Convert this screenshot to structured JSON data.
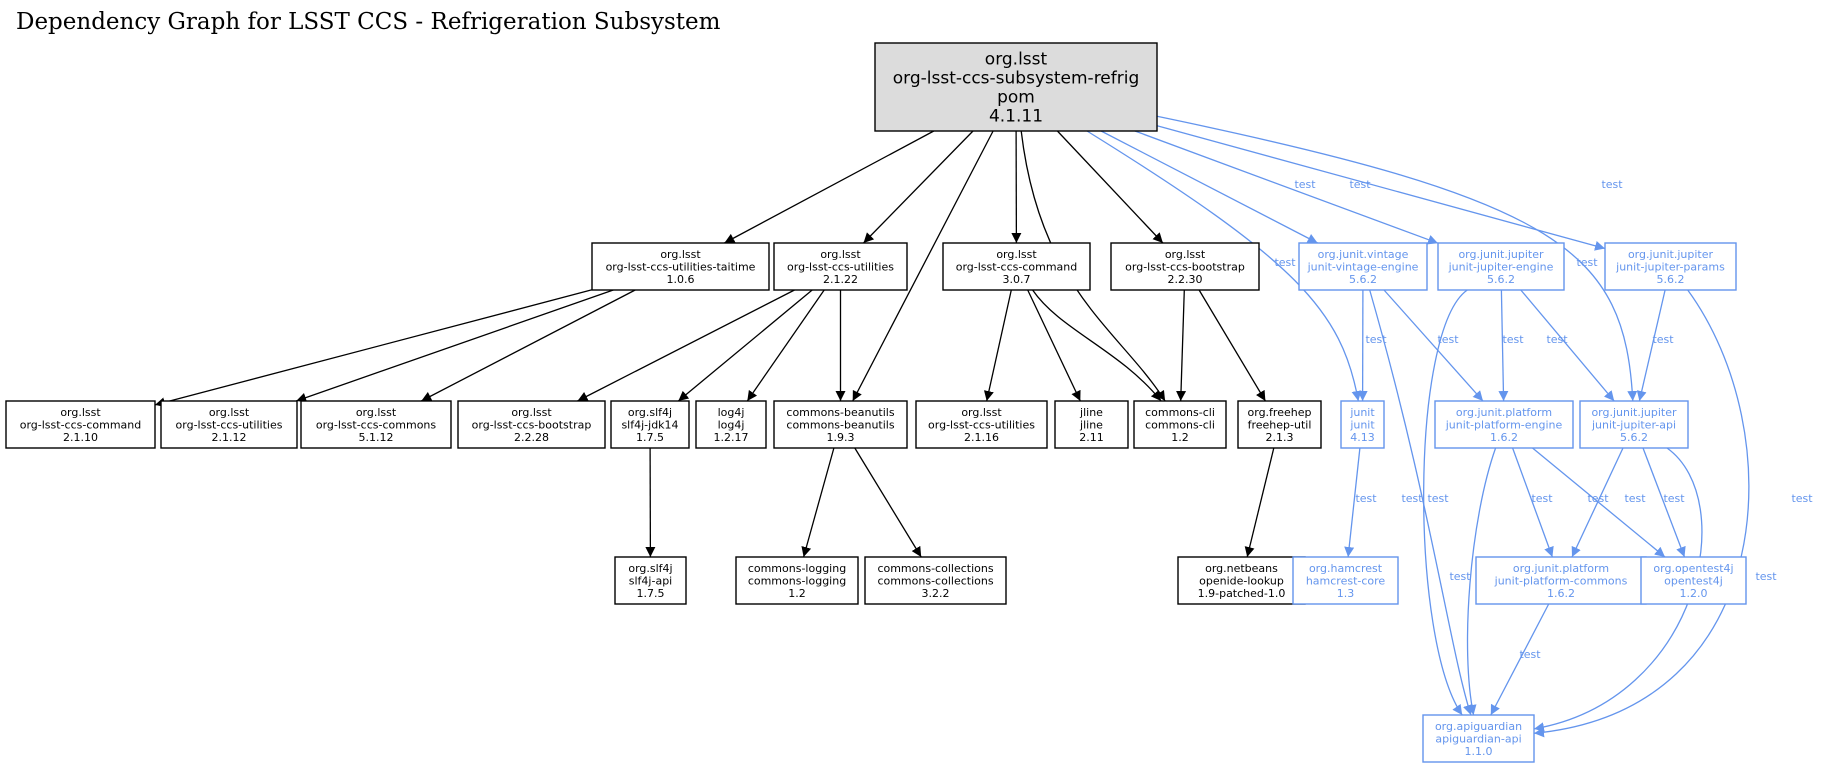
{
  "title": "Dependency Graph for LSST CCS - Refrigeration Subsystem",
  "colors": {
    "compile": "#000000",
    "test": "#6495ed",
    "root_fill": "#dcdcdc"
  },
  "nodes": [
    {
      "id": "root",
      "lines": [
        "org.lsst",
        "org-lsst-ccs-subsystem-refrig",
        "pom",
        "4.1.11"
      ],
      "scope": "root"
    },
    {
      "id": "taitime",
      "lines": [
        "org.lsst",
        "org-lsst-ccs-utilities-taitime",
        "1.0.6"
      ],
      "scope": "compile"
    },
    {
      "id": "util2122",
      "lines": [
        "org.lsst",
        "org-lsst-ccs-utilities",
        "2.1.22"
      ],
      "scope": "compile"
    },
    {
      "id": "cmd307",
      "lines": [
        "org.lsst",
        "org-lsst-ccs-command",
        "3.0.7"
      ],
      "scope": "compile"
    },
    {
      "id": "boot2230",
      "lines": [
        "org.lsst",
        "org-lsst-ccs-bootstrap",
        "2.2.30"
      ],
      "scope": "compile"
    },
    {
      "id": "vintage",
      "lines": [
        "org.junit.vintage",
        "junit-vintage-engine",
        "5.6.2"
      ],
      "scope": "test"
    },
    {
      "id": "jupengine",
      "lines": [
        "org.junit.jupiter",
        "junit-jupiter-engine",
        "5.6.2"
      ],
      "scope": "test"
    },
    {
      "id": "jupparams",
      "lines": [
        "org.junit.jupiter",
        "junit-jupiter-params",
        "5.6.2"
      ],
      "scope": "test"
    },
    {
      "id": "cmd2110",
      "lines": [
        "org.lsst",
        "org-lsst-ccs-command",
        "2.1.10"
      ],
      "scope": "compile"
    },
    {
      "id": "util2112",
      "lines": [
        "org.lsst",
        "org-lsst-ccs-utilities",
        "2.1.12"
      ],
      "scope": "compile"
    },
    {
      "id": "commons5112",
      "lines": [
        "org.lsst",
        "org-lsst-ccs-commons",
        "5.1.12"
      ],
      "scope": "compile"
    },
    {
      "id": "boot2228",
      "lines": [
        "org.lsst",
        "org-lsst-ccs-bootstrap",
        "2.2.28"
      ],
      "scope": "compile"
    },
    {
      "id": "slf4jjdk",
      "lines": [
        "org.slf4j",
        "slf4j-jdk14",
        "1.7.5"
      ],
      "scope": "compile"
    },
    {
      "id": "log4j",
      "lines": [
        "log4j",
        "log4j",
        "1.2.17"
      ],
      "scope": "compile"
    },
    {
      "id": "beanutils",
      "lines": [
        "commons-beanutils",
        "commons-beanutils",
        "1.9.3"
      ],
      "scope": "compile"
    },
    {
      "id": "util2116",
      "lines": [
        "org.lsst",
        "org-lsst-ccs-utilities",
        "2.1.16"
      ],
      "scope": "compile"
    },
    {
      "id": "jline",
      "lines": [
        "jline",
        "jline",
        "2.11"
      ],
      "scope": "compile"
    },
    {
      "id": "cli",
      "lines": [
        "commons-cli",
        "commons-cli",
        "1.2"
      ],
      "scope": "compile"
    },
    {
      "id": "freehep",
      "lines": [
        "org.freehep",
        "freehep-util",
        "2.1.3"
      ],
      "scope": "compile"
    },
    {
      "id": "junit",
      "lines": [
        "junit",
        "junit",
        "4.13"
      ],
      "scope": "test"
    },
    {
      "id": "platengine",
      "lines": [
        "org.junit.platform",
        "junit-platform-engine",
        "1.6.2"
      ],
      "scope": "test"
    },
    {
      "id": "jupapi",
      "lines": [
        "org.junit.jupiter",
        "junit-jupiter-api",
        "5.6.2"
      ],
      "scope": "test"
    },
    {
      "id": "slf4japi",
      "lines": [
        "org.slf4j",
        "slf4j-api",
        "1.7.5"
      ],
      "scope": "compile"
    },
    {
      "id": "logging",
      "lines": [
        "commons-logging",
        "commons-logging",
        "1.2"
      ],
      "scope": "compile"
    },
    {
      "id": "collections",
      "lines": [
        "commons-collections",
        "commons-collections",
        "3.2.2"
      ],
      "scope": "compile"
    },
    {
      "id": "openide",
      "lines": [
        "org.netbeans",
        "openide-lookup",
        "1.9-patched-1.0"
      ],
      "scope": "compile"
    },
    {
      "id": "hamcrest",
      "lines": [
        "org.hamcrest",
        "hamcrest-core",
        "1.3"
      ],
      "scope": "test"
    },
    {
      "id": "platcommons",
      "lines": [
        "org.junit.platform",
        "junit-platform-commons",
        "1.6.2"
      ],
      "scope": "test"
    },
    {
      "id": "opentest4j",
      "lines": [
        "org.opentest4j",
        "opentest4j",
        "1.2.0"
      ],
      "scope": "test"
    },
    {
      "id": "apiguardian",
      "lines": [
        "org.apiguardian",
        "apiguardian-api",
        "1.1.0"
      ],
      "scope": "test"
    }
  ],
  "edges": [
    {
      "from": "root",
      "to": "taitime",
      "label": ""
    },
    {
      "from": "root",
      "to": "util2122",
      "label": ""
    },
    {
      "from": "root",
      "to": "beanutils",
      "label": ""
    },
    {
      "from": "root",
      "to": "cmd307",
      "label": ""
    },
    {
      "from": "root",
      "to": "cli",
      "label": ""
    },
    {
      "from": "root",
      "to": "boot2230",
      "label": ""
    },
    {
      "from": "root",
      "to": "junit",
      "label": "test"
    },
    {
      "from": "root",
      "to": "vintage",
      "label": "test"
    },
    {
      "from": "root",
      "to": "jupengine",
      "label": "test"
    },
    {
      "from": "root",
      "to": "jupapi",
      "label": "test"
    },
    {
      "from": "root",
      "to": "jupparams",
      "label": "test"
    },
    {
      "from": "taitime",
      "to": "cmd2110",
      "label": ""
    },
    {
      "from": "taitime",
      "to": "util2112",
      "label": ""
    },
    {
      "from": "taitime",
      "to": "commons5112",
      "label": ""
    },
    {
      "from": "util2122",
      "to": "boot2228",
      "label": ""
    },
    {
      "from": "util2122",
      "to": "slf4jjdk",
      "label": ""
    },
    {
      "from": "util2122",
      "to": "log4j",
      "label": ""
    },
    {
      "from": "util2122",
      "to": "beanutils",
      "label": ""
    },
    {
      "from": "cmd307",
      "to": "util2116",
      "label": ""
    },
    {
      "from": "cmd307",
      "to": "jline",
      "label": ""
    },
    {
      "from": "cmd307",
      "to": "cli",
      "label": ""
    },
    {
      "from": "boot2230",
      "to": "cli",
      "label": ""
    },
    {
      "from": "boot2230",
      "to": "freehep",
      "label": ""
    },
    {
      "from": "slf4jjdk",
      "to": "slf4japi",
      "label": ""
    },
    {
      "from": "beanutils",
      "to": "logging",
      "label": ""
    },
    {
      "from": "beanutils",
      "to": "collections",
      "label": ""
    },
    {
      "from": "freehep",
      "to": "openide",
      "label": ""
    },
    {
      "from": "vintage",
      "to": "junit",
      "label": "test"
    },
    {
      "from": "vintage",
      "to": "platengine",
      "label": "test"
    },
    {
      "from": "vintage",
      "to": "apiguardian",
      "label": "test"
    },
    {
      "from": "jupengine",
      "to": "platengine",
      "label": "test"
    },
    {
      "from": "jupengine",
      "to": "jupapi",
      "label": "test"
    },
    {
      "from": "jupengine",
      "to": "apiguardian",
      "label": "test"
    },
    {
      "from": "jupparams",
      "to": "jupapi",
      "label": "test"
    },
    {
      "from": "jupparams",
      "to": "apiguardian",
      "label": "test"
    },
    {
      "from": "junit",
      "to": "hamcrest",
      "label": "test"
    },
    {
      "from": "platengine",
      "to": "platcommons",
      "label": "test"
    },
    {
      "from": "platengine",
      "to": "opentest4j",
      "label": "test"
    },
    {
      "from": "platengine",
      "to": "apiguardian",
      "label": "test"
    },
    {
      "from": "jupapi",
      "to": "platcommons",
      "label": "test"
    },
    {
      "from": "jupapi",
      "to": "opentest4j",
      "label": "test"
    },
    {
      "from": "jupapi",
      "to": "apiguardian",
      "label": "test"
    },
    {
      "from": "platcommons",
      "to": "apiguardian",
      "label": "test"
    }
  ]
}
